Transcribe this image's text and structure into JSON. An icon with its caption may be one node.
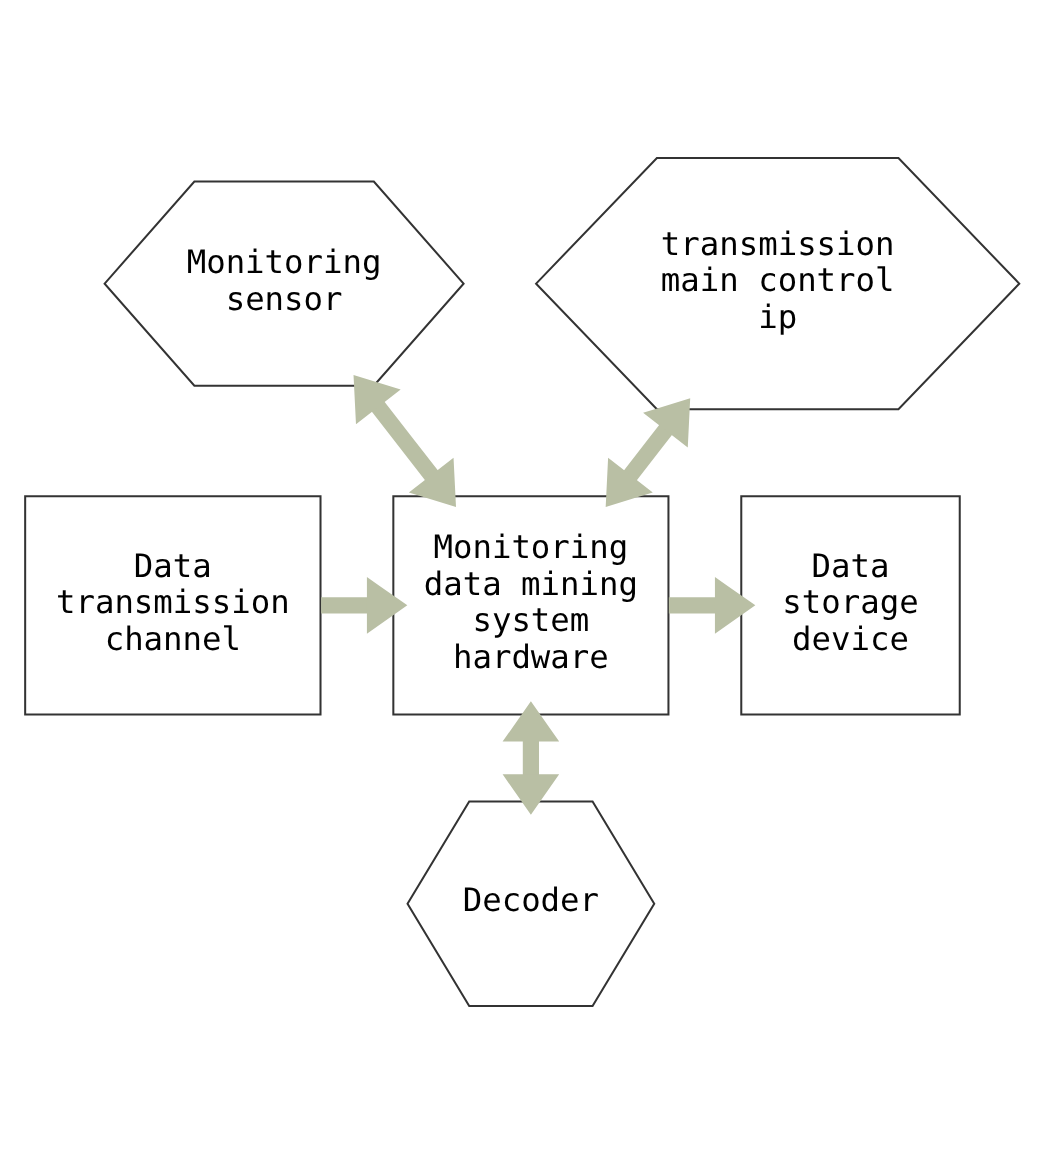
{
  "diagram": {
    "nodes": [
      {
        "text": [
          "Monitoring sensor"
        ]
      },
      {
        "text": [
          "transmission main control ip"
        ]
      },
      {
        "text": [
          "Data transmission channel"
        ]
      },
      {
        "text": [
          "Monitoring data mining system hardware"
        ]
      },
      {
        "text": [
          "Data storage device"
        ]
      },
      {
        "text": [
          "Decoder"
        ]
      }
    ],
    "edges": [
      {
        "from": 0,
        "to": 3,
        "arrow": "both"
      },
      {
        "from": 1,
        "to": 3,
        "arrow": "both"
      },
      {
        "from": 2,
        "to": 3,
        "arrow": "to"
      },
      {
        "from": 3,
        "to": 4,
        "arrow": "to"
      },
      {
        "from": 3,
        "to": 5,
        "arrow": "both"
      }
    ]
  }
}
